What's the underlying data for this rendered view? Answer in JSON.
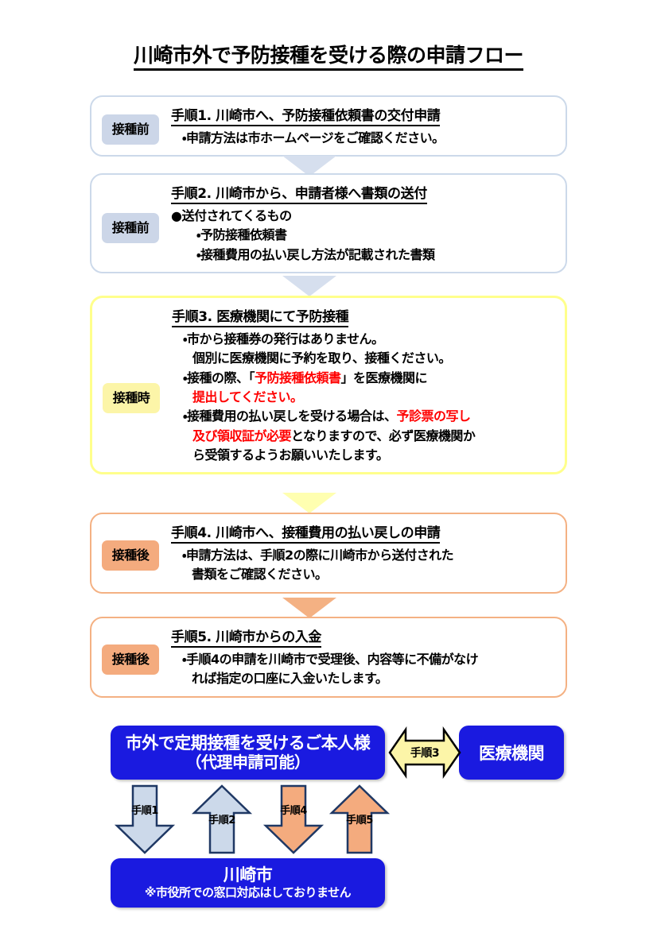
{
  "title": "川崎市外で予防接種を受ける際の申請フロー",
  "colors": {
    "blue_badge": "#ccd6e8",
    "yellow_badge": "#fcf5a8",
    "orange_badge": "#f4ab7e",
    "box_blue": "#1a1ae0",
    "emphasis_red": "#ff0000",
    "connector_blue": "#d6dfee",
    "connector_yellow": "#ffffb0",
    "connector_orange": "#f4b183"
  },
  "steps": [
    {
      "badge": "接種前",
      "heading": "手順1. 川崎市へ、予防接種依頼書の交付申請",
      "lines": [
        "・申請方法は市ホームページをご確認ください。"
      ]
    },
    {
      "badge": "接種前",
      "heading": "手順2. 川崎市から、申請者様へ書類の送付",
      "lines": [
        "●送付されてくるもの",
        "・予防接種依頼書",
        "・接種費用の払い戻し方法が記載された書類"
      ]
    },
    {
      "badge": "接種時",
      "heading": "手順3. 医療機関にて予防接種",
      "lines": [
        "・市から接種券の発行はありません。",
        "個別に医療機関に予約を取り、接種ください。"
      ],
      "line3_a": "・接種の際、「",
      "line3_red": "予防接種依頼書",
      "line3_b": "」を医療機関に",
      "line4_red": "提出してください。",
      "line5_a": "・接種費用の払い戻しを受ける場合は、",
      "line5_red": "予診票の写し",
      "line6_red": "及び領収証が必要",
      "line6_b": "となりますので、必ず医療機関か",
      "line7": "ら受領するようお願いいたします。"
    },
    {
      "badge": "接種後",
      "heading": "手順4. 川崎市へ、接種費用の払い戻しの申請",
      "lines": [
        "・申請方法は、手順2の際に川崎市から送付された",
        "書類をご確認ください。"
      ]
    },
    {
      "badge": "接種後",
      "heading": "手順5. 川崎市からの入金",
      "lines": [
        "・手順4の申請を川崎市で受理後、内容等に不備がなけ",
        "れば指定の口座に入金いたします。"
      ]
    }
  ],
  "diagram": {
    "person_box_line1": "市外で定期接種を受けるご本人様",
    "person_box_line2": "（代理申請可能）",
    "clinic_box": "医療機関",
    "city_box_line1": "川崎市",
    "city_box_line2": "※市役所での窓口対応はしておりません",
    "double_arrow_label": "手順3",
    "arrows": [
      {
        "label": "手順1",
        "direction": "down",
        "color": "#ccd9ea"
      },
      {
        "label": "手順2",
        "direction": "up",
        "color": "#ccd9ea"
      },
      {
        "label": "手順4",
        "direction": "down",
        "color": "#f4ab7e"
      },
      {
        "label": "手順5",
        "direction": "up",
        "color": "#f4ab7e"
      }
    ]
  }
}
